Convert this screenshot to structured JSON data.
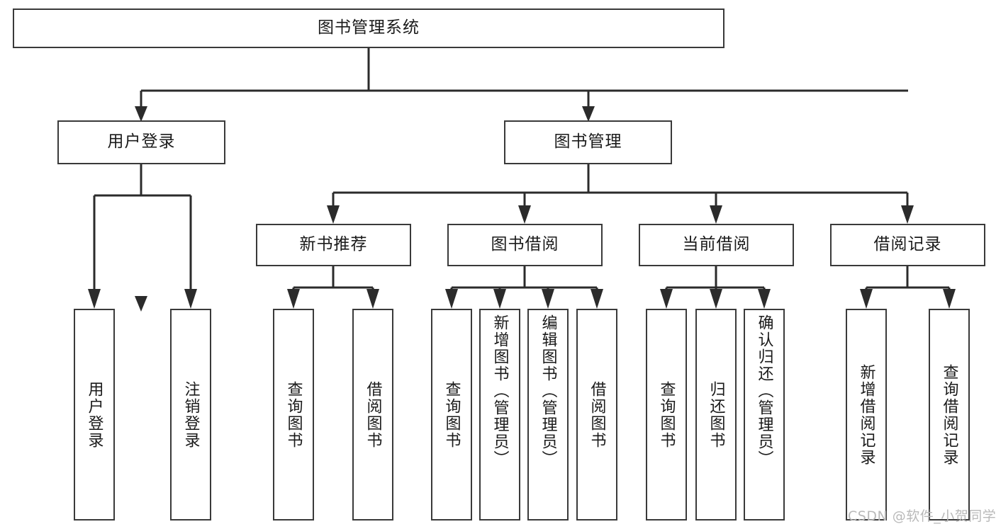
{
  "diagram": {
    "title": "图书管理系统",
    "type": "tree",
    "watermark": "CSDN @软件_小贺同学",
    "colors": {
      "box_border": "#3a3a3a",
      "box_fill": "#ffffff",
      "connector": "#2b2b2b",
      "text": "#1a1a1a",
      "watermark": "#b9b9b9",
      "background": "#ffffff"
    },
    "root": {
      "label": "图书管理系统"
    },
    "level2": [
      {
        "label": "用户登录"
      },
      {
        "label": "图书管理"
      }
    ],
    "level3": [
      {
        "label": "新书推荐"
      },
      {
        "label": "图书借阅"
      },
      {
        "label": "当前借阅"
      },
      {
        "label": "借阅记录"
      }
    ],
    "leaves": {
      "user_login": [
        {
          "label": "用户登录"
        },
        {
          "label": "注销登录"
        }
      ],
      "new_book": [
        {
          "label": "查询图书"
        },
        {
          "label": "借阅图书"
        }
      ],
      "book_borrow": [
        {
          "label": "查询图书"
        },
        {
          "label": "新增图书（管理员）"
        },
        {
          "label": "编辑图书（管理员）"
        },
        {
          "label": "借阅图书"
        }
      ],
      "current_borrow": [
        {
          "label": "查询图书"
        },
        {
          "label": "归还图书"
        },
        {
          "label": "确认归还（管理员）"
        }
      ],
      "borrow_record": [
        {
          "label": "新增借阅记录"
        },
        {
          "label": "查询借阅记录"
        }
      ]
    }
  }
}
